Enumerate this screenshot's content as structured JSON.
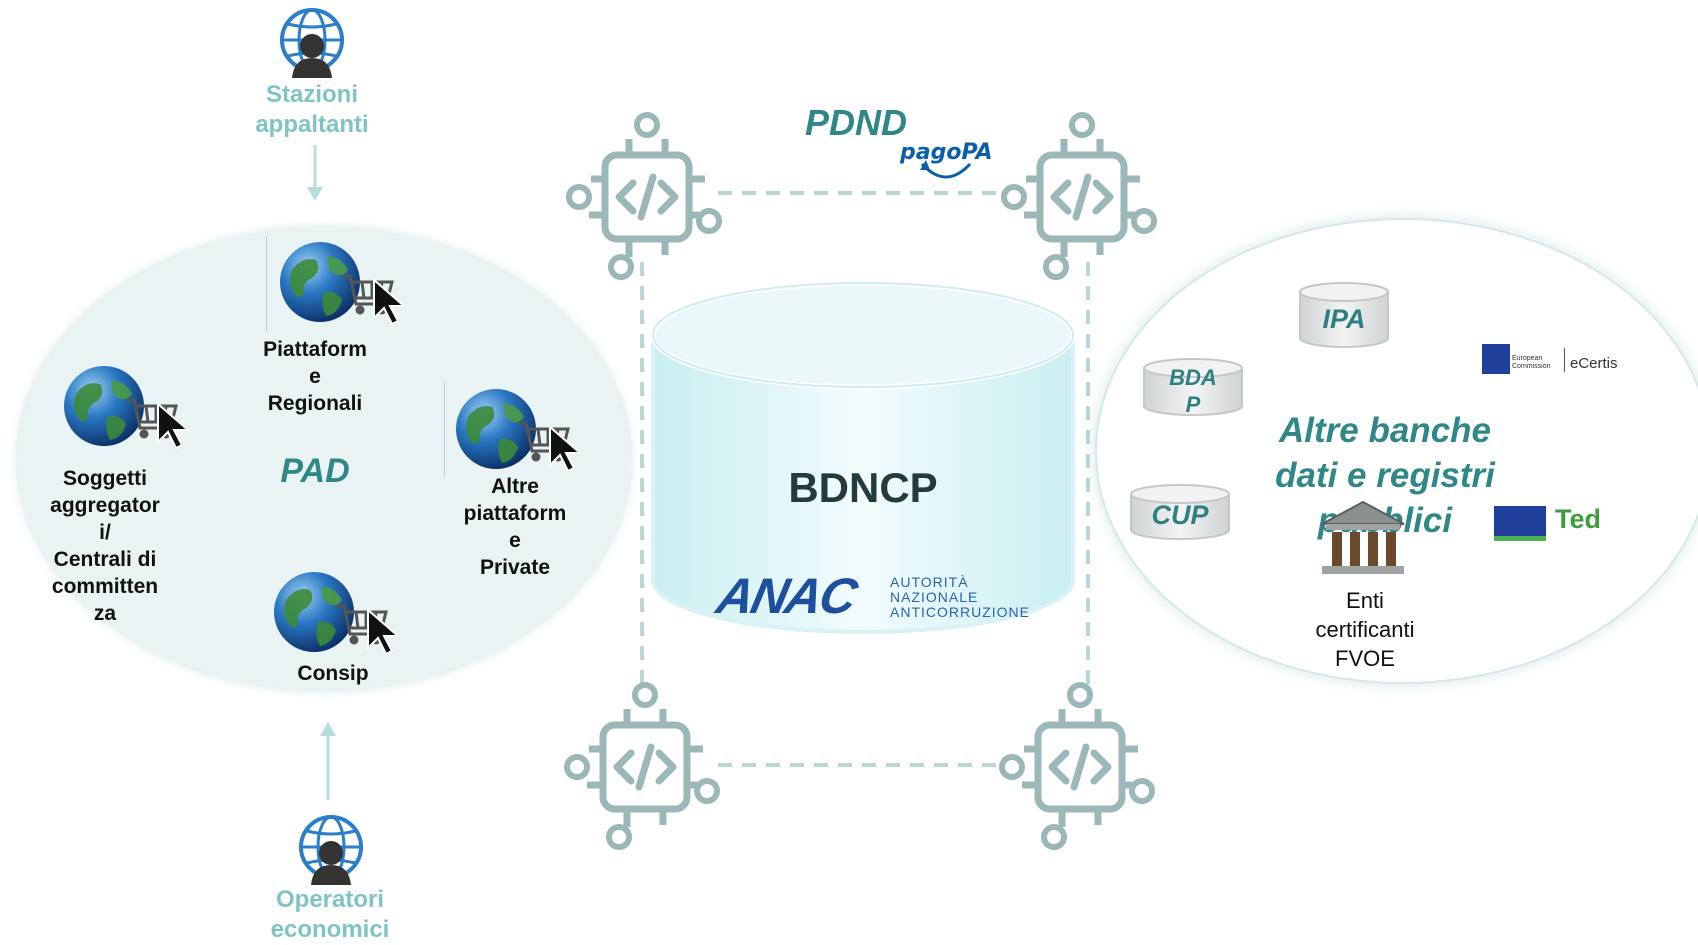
{
  "stazioni": {
    "line1": "Stazioni",
    "line2": "appaltanti"
  },
  "operatori": {
    "line1": "Operatori",
    "line2": "economici"
  },
  "pad": {
    "label": "PAD",
    "piattaforme_regionali": [
      "Piattaform",
      "e",
      "Regionali"
    ],
    "soggetti": [
      "Soggetti",
      "aggregator",
      "i/",
      "Centrali di",
      "committen",
      "za"
    ],
    "altre_private": [
      "Altre",
      "piattaform",
      "e",
      "Private"
    ],
    "consip": "Consip"
  },
  "pdnd": {
    "label": "PDND",
    "pagopa": "pagoPA"
  },
  "bdncp": {
    "title": "BDNCP",
    "anac_logo": "ANAC",
    "anac_text": [
      "AUTORITÀ",
      "NAZIONALE",
      "ANTICORRUZIONE"
    ]
  },
  "registri": {
    "title_lines": [
      "Altre banche",
      "dati e registri",
      "pubblici"
    ],
    "ipa": "IPA",
    "bdap": [
      "BDA",
      "P"
    ],
    "cup": "CUP",
    "ecertis": {
      "ec_line1": "European",
      "ec_line2": "Commission",
      "name": "eCertis"
    },
    "ted": "Ted",
    "enti": [
      "Enti",
      "certificanti",
      "FVOE"
    ]
  },
  "colors": {
    "teal_dark": "#2f8787",
    "teal_light": "#7fc4c4",
    "chip": "#9cb7b7",
    "text_dark": "#243b3d"
  }
}
